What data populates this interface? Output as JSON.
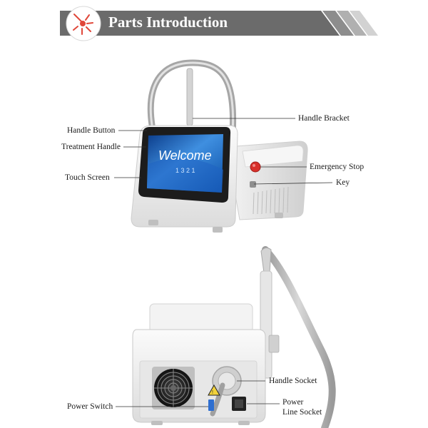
{
  "header": {
    "title": "Parts Introduction",
    "icon": "laser-burst-icon",
    "accent": "#e0473a",
    "bar_color": "#6b6b6b"
  },
  "screen": {
    "welcome_text": "Welcome",
    "sub_text": "1 3 2 1"
  },
  "labels": {
    "handle_button": "Handle Button",
    "treatment_handle": "Treatment Handle",
    "touch_screen": "Touch Screen",
    "handle_bracket": "Handle Bracket",
    "emergency_stop": "Emergency Stop",
    "key": "Key",
    "handle_socket": "Handle Socket",
    "power_switch": "Power Switch",
    "power_line_socket_1": "Power",
    "power_line_socket_2": "Line Socket"
  }
}
